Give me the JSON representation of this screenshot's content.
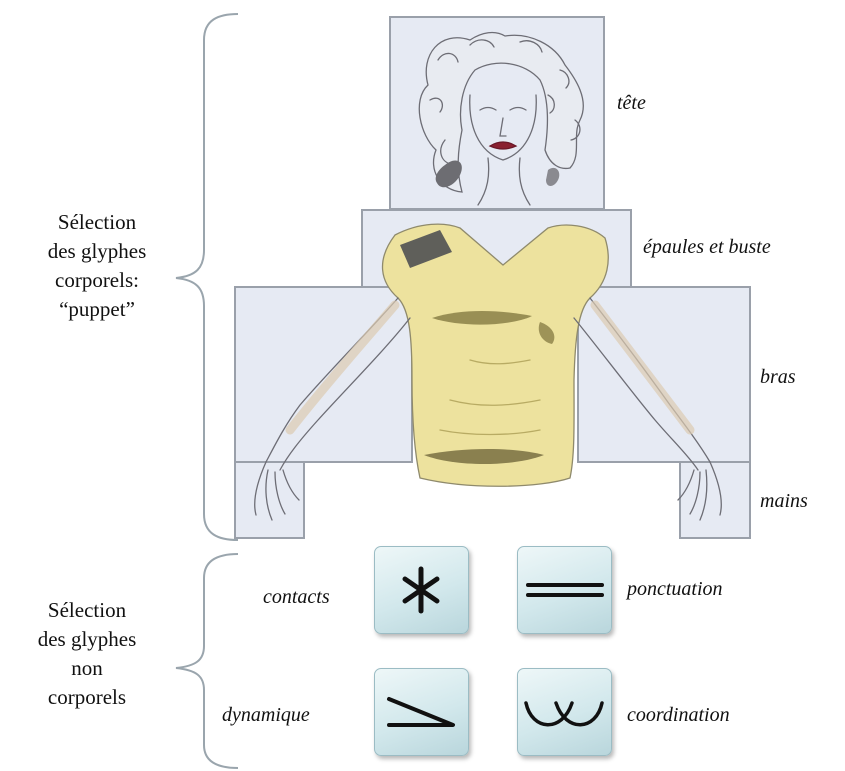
{
  "corporeal_group": {
    "lines": [
      "Sélection",
      "des glyphes",
      "corporels:",
      "“puppet”"
    ]
  },
  "body_parts": {
    "head": "tête",
    "shoulders": "épaules et buste",
    "arms": "bras",
    "hands": "mains"
  },
  "noncorporeal_group": {
    "lines": [
      "Sélection",
      "des glyphes",
      "non",
      "corporels"
    ]
  },
  "glyphs": {
    "contacts": {
      "label": "contacts",
      "icon": "asterisk-icon"
    },
    "ponctuation": {
      "label": "ponctuation",
      "icon": "double-bar-icon"
    },
    "dynamique": {
      "label": "dynamique",
      "icon": "angle-icon"
    },
    "coordination": {
      "label": "coordination",
      "icon": "double-curve-icon"
    }
  },
  "colors": {
    "region_fill": "#e6eaf3",
    "region_stroke": "#9aa0aa",
    "shirt": "#ede29e",
    "shirt_shadow": "#8a8046",
    "brace": "#9aa5ad"
  }
}
